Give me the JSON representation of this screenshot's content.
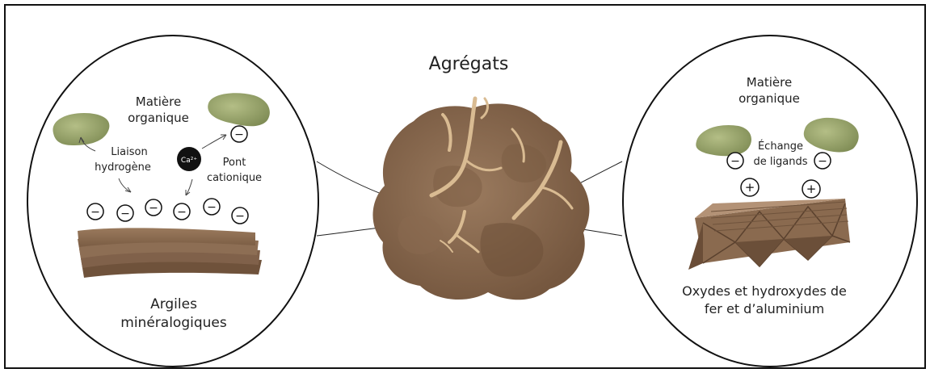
{
  "title": "Agrégats",
  "left_panel": {
    "organic_matter_line1": "Matière",
    "organic_matter_line2": "organique",
    "hydrogen_bond_line1": "Liaison",
    "hydrogen_bond_line2": "hydrogène",
    "cation": "Ca²⁺",
    "cation_bridge_line1": "Pont",
    "cation_bridge_line2": "cationique",
    "negative_sign": "−",
    "clay_line1": "Argiles",
    "clay_line2": "minéralogiques"
  },
  "right_panel": {
    "organic_matter_line1": "Matière",
    "organic_matter_line2": "organique",
    "ligand_exchange_line1": "Échange",
    "ligand_exchange_line2": "de ligands",
    "negative_sign": "−",
    "positive_sign": "+",
    "oxides_line1": "Oxydes et hydroxydes de",
    "oxides_line2": "fer et d’aluminium"
  },
  "colors": {
    "organic_matter": "#9aa66c",
    "clay": "#8d6b4f",
    "aggregate": "#8b6a4f",
    "roots": "#d9bb92",
    "oxide": "#9c7b5f",
    "cation_fill": "#111111"
  }
}
